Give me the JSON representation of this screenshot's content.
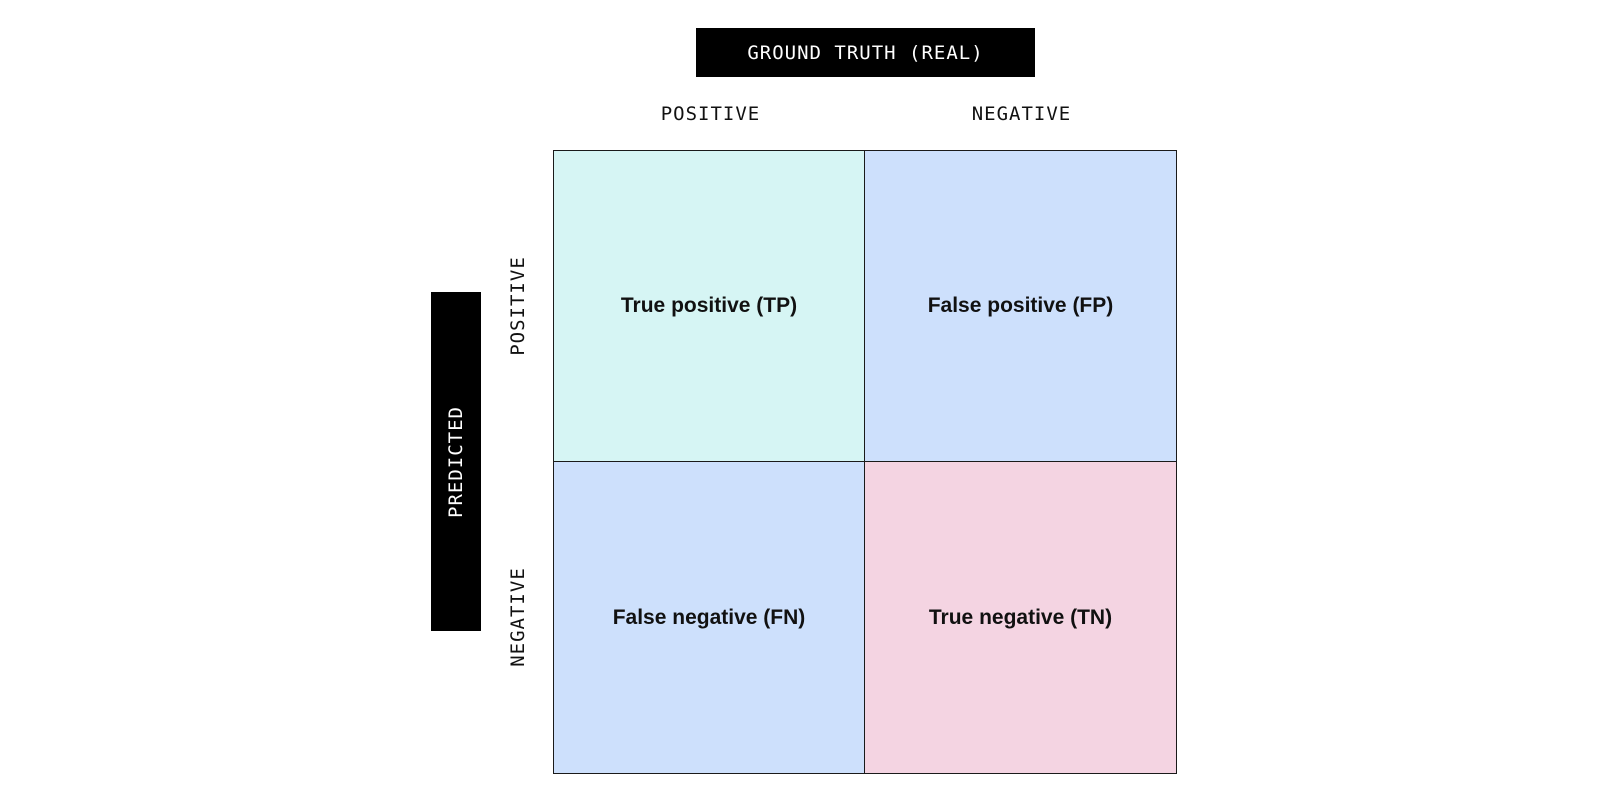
{
  "header": {
    "ground_truth_label": "GROUND TRUTH (REAL)",
    "predicted_label": "PREDICTED"
  },
  "columns": {
    "positive": "POSITIVE",
    "negative": "NEGATIVE"
  },
  "rows": {
    "positive": "POSITIVE",
    "negative": "NEGATIVE"
  },
  "cells": {
    "tp": "True positive (TP)",
    "fp": "False positive (FP)",
    "fn": "False negative (FN)",
    "tn": "True negative (TN)"
  },
  "colors": {
    "tp": "#d6f5f4",
    "fp": "#cde0fc",
    "fn": "#cde0fc",
    "tn": "#f4d4e2",
    "badge": "#000000"
  }
}
